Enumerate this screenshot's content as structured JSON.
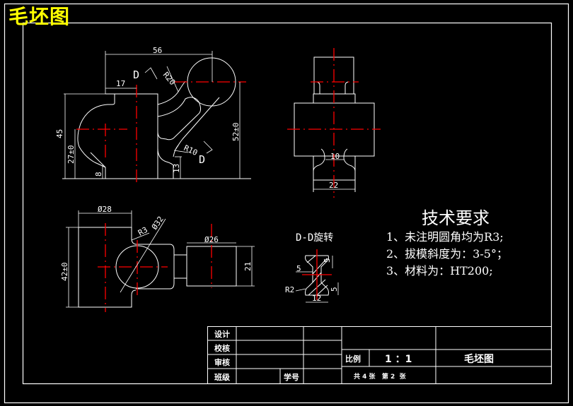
{
  "drawing": {
    "title_tag": "毛坯图",
    "colors": {
      "background": "#000000",
      "line": "#ffffff",
      "centerline": "#ff0000",
      "title_tag": "#ffff00"
    }
  },
  "front_view": {
    "dims": {
      "d56": "56",
      "d17": "17",
      "d45": "45",
      "d27": "27±0",
      "d8": "8",
      "d13": "13",
      "d52": "52±0",
      "r20": "R20",
      "r10": "R10"
    },
    "section_marks": [
      "D",
      "D"
    ]
  },
  "side_view": {
    "dims": {
      "d10": "10",
      "d22": "22"
    }
  },
  "top_view": {
    "dims": {
      "d28": "Ø28",
      "d42": "42±0",
      "r3": "R3",
      "d32": "Ø32",
      "d26": "Ø26",
      "d21": "21"
    }
  },
  "section_view": {
    "title": "D-D旋转",
    "dims": {
      "d5a": "5",
      "d5b": "5",
      "d5c": "5",
      "d12": "12",
      "r2": "R2"
    }
  },
  "tech_requirements": {
    "title": "技术要求",
    "items": [
      "1、未注明圆角均为R3;",
      "2、拔模斜度为：3-5°；",
      "3、材料为：HT200;"
    ]
  },
  "title_block": {
    "design": "设计",
    "check": "校核",
    "review": "审核",
    "class": "班级",
    "student_id": "学号",
    "scale_label": "比例",
    "scale_value": "1 ：1",
    "drawing_name": "毛坯图",
    "sheets": "共 4 张   第 2  张"
  }
}
